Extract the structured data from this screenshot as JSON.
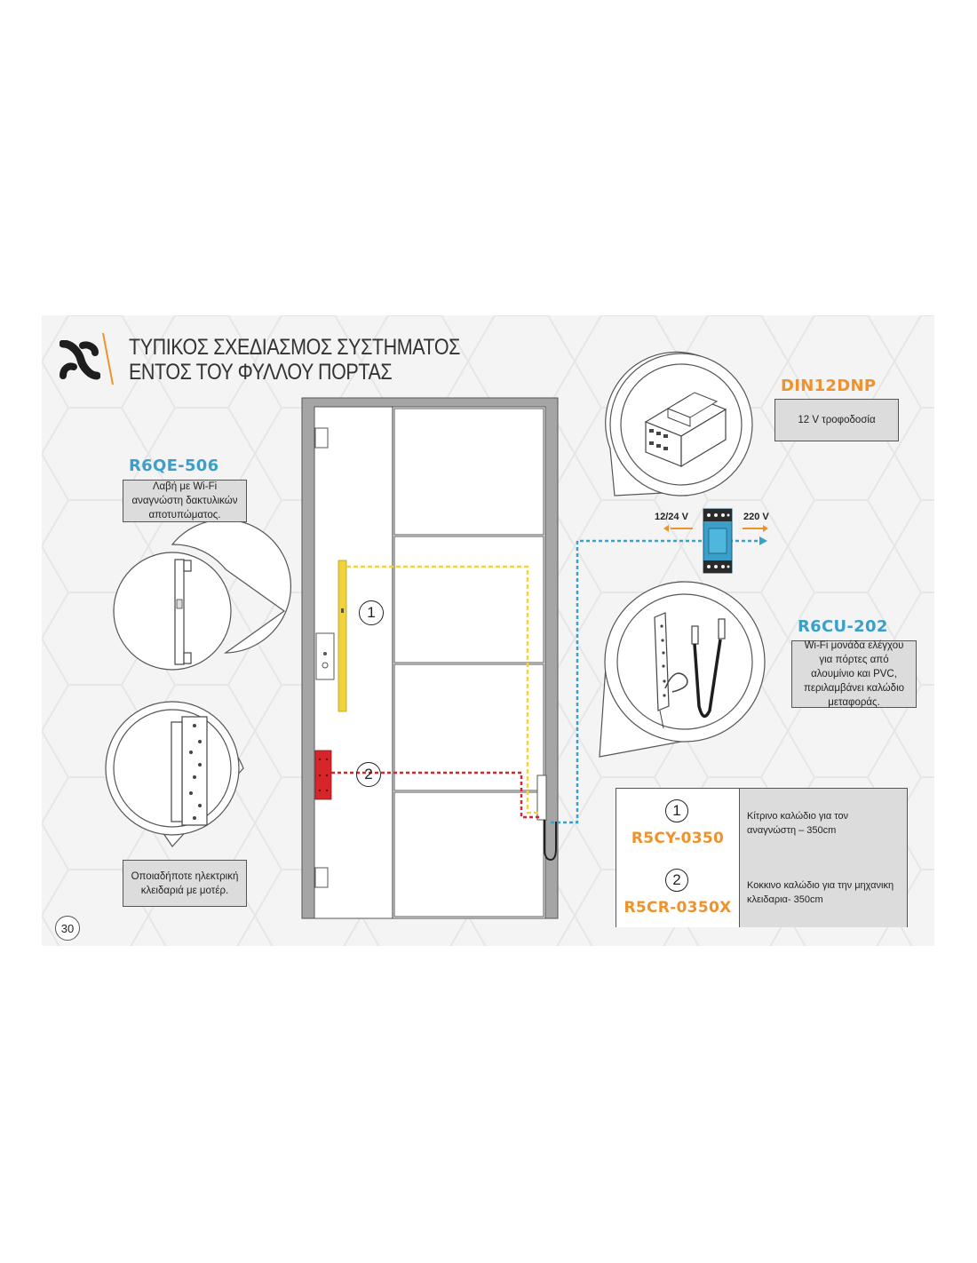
{
  "header": {
    "title_line1": "ΤΥΠΙΚΟΣ ΣΧΕΔΙΑΣΜΟΣ ΣΥΣΤΗΜΑΤΟΣ",
    "title_line2": "ΕΝΤΟΣ ΤΟΥ ΦΥΛΛΟΥ ΠΟΡΤΑΣ"
  },
  "products": {
    "handle": {
      "code": "R6QE-506",
      "description": "Λαβή με Wi-Fi αναγνώστη δακτυλικών αποτυπώματος."
    },
    "lock": {
      "description": "Οποιαδήποτε ηλεκτρική κλειδαριά με μοτέρ."
    },
    "power": {
      "code": "DIN12DNP",
      "description": "12 V τροφοδοσία"
    },
    "control": {
      "code": "R6CU-202",
      "description": "Wi-Fi μονάδα ελέγχου για πόρτες από αλουμίνιο και PVC, περιλαμβάνει καλώδιο μεταφοράς."
    }
  },
  "voltages": {
    "left": "12/24 V",
    "right": "220 V"
  },
  "markers": {
    "one": "1",
    "two": "2"
  },
  "legend": [
    {
      "number": "1",
      "code": "R5CY-0350",
      "text": "Κίτρινο καλώδιο για τον αναγνώστη – 350cm"
    },
    {
      "number": "2",
      "code": "R5CR-0350X",
      "text": "Κοκκινο καλώδιο για την μηχανικη κλειδαρια- 350cm"
    }
  ],
  "page_number": "30",
  "colors": {
    "yellow_cable": "#f2d23a",
    "red_cable": "#d8252c",
    "blue_cable": "#3aa0c9",
    "orange_accent": "#f0922b",
    "code_blue": "#3aa0c9",
    "frame_gray": "#a5a5a5"
  },
  "icons": [
    "brand-logo-icon",
    "fingerprint-handle-icon",
    "motor-lock-icon",
    "din-power-supply-icon",
    "control-unit-icon"
  ]
}
